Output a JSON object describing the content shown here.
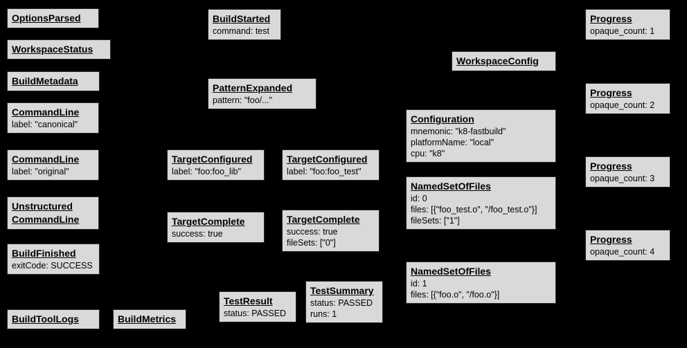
{
  "canvas": {
    "background_color": "#000000",
    "node_fill_color": "#d9d9d9",
    "node_border_color": "#2b2b2b",
    "text_color": "#000000"
  },
  "nodes": [
    {
      "title": "OptionsParsed",
      "lines": []
    },
    {
      "title": "WorkspaceStatus",
      "lines": []
    },
    {
      "title": "BuildMetadata",
      "lines": []
    },
    {
      "title": "CommandLine",
      "lines": [
        "label: \"canonical\""
      ]
    },
    {
      "title": "CommandLine",
      "lines": [
        "label: \"original\""
      ]
    },
    {
      "title": "Unstructured CommandLine",
      "lines": []
    },
    {
      "title": "BuildFinished",
      "lines": [
        "exitCode: SUCCESS"
      ]
    },
    {
      "title": "BuildToolLogs",
      "lines": []
    },
    {
      "title": "BuildMetrics",
      "lines": []
    },
    {
      "title": "BuildStarted",
      "lines": [
        "command: test"
      ]
    },
    {
      "title": "PatternExpanded",
      "lines": [
        "pattern: \"foo/...\""
      ]
    },
    {
      "title": "TargetConfigured",
      "lines": [
        "label: \"foo:foo_lib\""
      ]
    },
    {
      "title": "TargetConfigured",
      "lines": [
        "label: \"foo:foo_test\""
      ]
    },
    {
      "title": "TargetComplete",
      "lines": [
        "success: true"
      ]
    },
    {
      "title": "TargetComplete",
      "lines": [
        "success: true",
        "fileSets: [\"0\"]"
      ]
    },
    {
      "title": "TestResult",
      "lines": [
        "status: PASSED"
      ]
    },
    {
      "title": "TestSummary",
      "lines": [
        "status: PASSED",
        "runs: 1"
      ]
    },
    {
      "title": "WorkspaceConfig",
      "lines": []
    },
    {
      "title": "Configuration",
      "lines": [
        "mnemonic: \"k8-fastbuild\"",
        "platformName: \"local\"",
        "cpu: \"k8\""
      ]
    },
    {
      "title": "NamedSetOfFiles",
      "lines": [
        "id: 0",
        "files: [{\"foo_test.o\", \"/foo_test.o\"}]",
        "fileSets: [\"1\"]"
      ]
    },
    {
      "title": "NamedSetOfFiles",
      "lines": [
        "id: 1",
        "files: [{\"foo.o\", \"/foo.o\"}]"
      ]
    },
    {
      "title": "Progress",
      "lines": [
        "opaque_count: 1"
      ]
    },
    {
      "title": "Progress",
      "lines": [
        "opaque_count: 2"
      ]
    },
    {
      "title": "Progress",
      "lines": [
        "opaque_count: 3"
      ]
    },
    {
      "title": "Progress",
      "lines": [
        "opaque_count: 4"
      ]
    }
  ]
}
